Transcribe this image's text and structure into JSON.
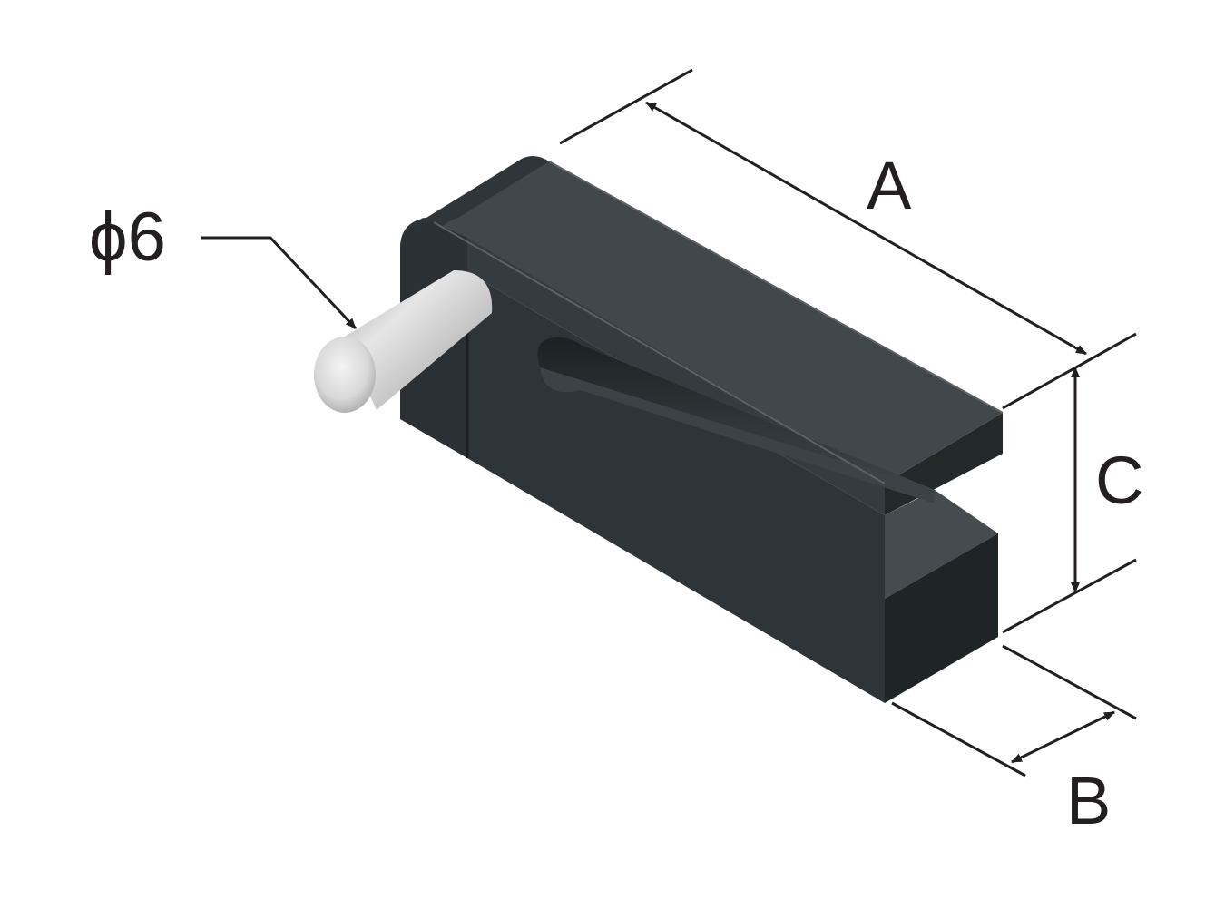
{
  "drawing": {
    "part": {
      "body_color": "#3a4145",
      "body_dark_color": "#252a2d",
      "body_mid_color": "#31383b",
      "pin_color": "#c8c8c8"
    },
    "dimensions": {
      "pin_diameter_label": "ϕ6",
      "length_label": "A",
      "width_label": "B",
      "height_label": "C"
    },
    "line_color": "#231f20"
  }
}
